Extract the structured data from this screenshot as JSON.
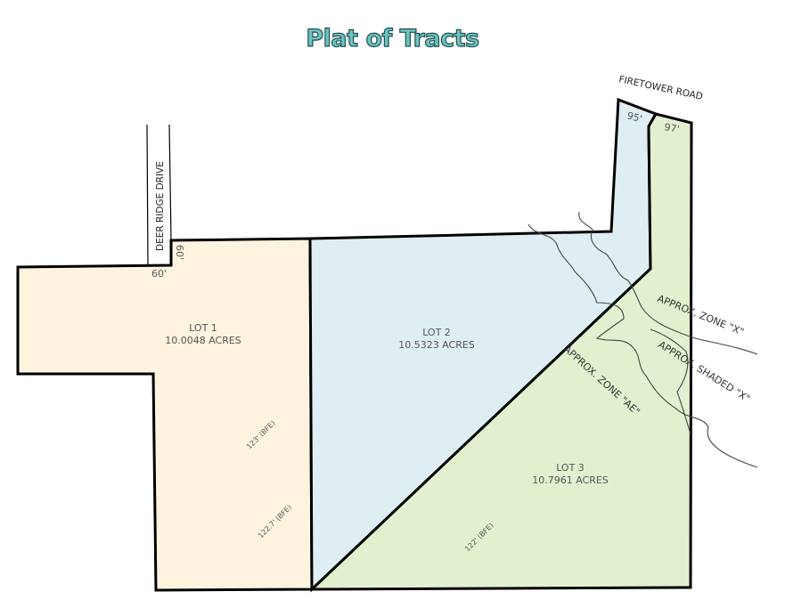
{
  "title": "Plat of Tracts",
  "roads": {
    "firetower": "FIRETOWER ROAD",
    "deer_ridge": "DEER RIDGE DRIVE"
  },
  "lots": [
    {
      "name": "LOT 1",
      "area": "10.0048 ACRES",
      "color": "#fdf3df"
    },
    {
      "name": "LOT 2",
      "area": "10.5323 ACRES",
      "color": "#dfeef2"
    },
    {
      "name": "LOT 3",
      "area": "10.7961 ACRES",
      "color": "#e2f0cf"
    }
  ],
  "dimensions": {
    "road_width_a": "60'",
    "road_width_b": "60'",
    "lot2_frontage": "95'",
    "lot3_frontage": "97'"
  },
  "elevations": [
    "123' (BFE)",
    "122.7' (BFE)",
    "122' (BFE)"
  ],
  "zones": {
    "zone_x": "APPROX. ZONE \"X\"",
    "shaded_x": "APPROX. SHADED \"X\"",
    "zone_ae": "APPROX. ZONE \"AE\""
  }
}
